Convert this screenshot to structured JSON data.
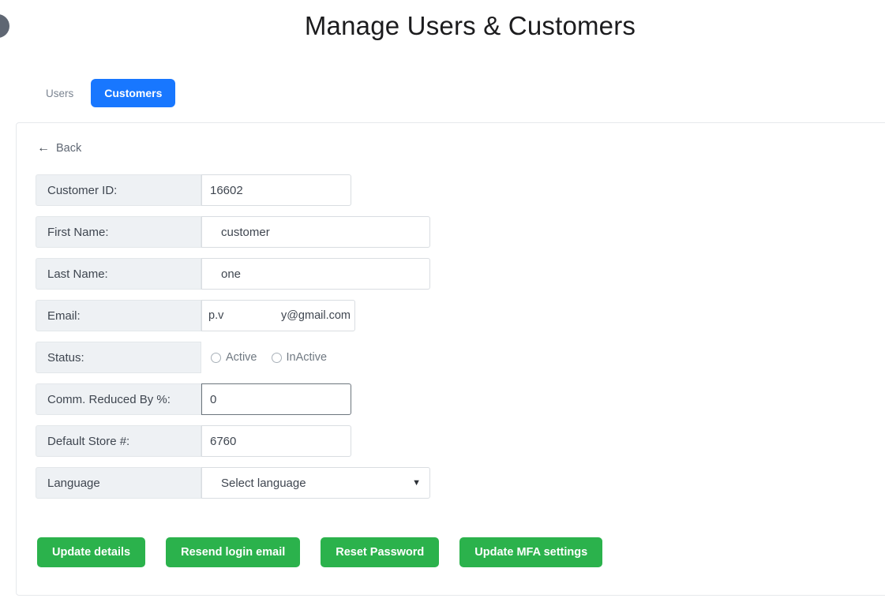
{
  "header": {
    "title": "Manage Users & Customers"
  },
  "tabs": [
    {
      "label": "Users",
      "active": false
    },
    {
      "label": "Customers",
      "active": true
    }
  ],
  "card": {
    "back_label": "Back",
    "back_icon": "arrow-left-icon"
  },
  "form": {
    "fields": [
      {
        "label": "Customer ID:",
        "value": "16602"
      },
      {
        "label": "First Name:",
        "value": "customer"
      },
      {
        "label": "Last Name:",
        "value": "one"
      },
      {
        "label": "Email:",
        "value_start": "p.v",
        "value_end": "y@gmail.com"
      },
      {
        "label": "Status:"
      },
      {
        "label": "Comm. Reduced By %:",
        "value": "0"
      },
      {
        "label": "Default Store #:",
        "value": "6760"
      },
      {
        "label": "Language",
        "value": "Select language"
      }
    ],
    "status_options": [
      {
        "label": "Active",
        "checked": false
      },
      {
        "label": "InActive",
        "checked": false
      }
    ],
    "language_options": [
      "Select language"
    ]
  },
  "buttons": [
    {
      "label": "Update details"
    },
    {
      "label": "Resend login email"
    },
    {
      "label": "Reset Password"
    },
    {
      "label": "Update MFA settings"
    }
  ],
  "colors": {
    "tab_active": "#1877ff",
    "button_green": "#2bb24c",
    "label_bg": "#eef1f4"
  }
}
